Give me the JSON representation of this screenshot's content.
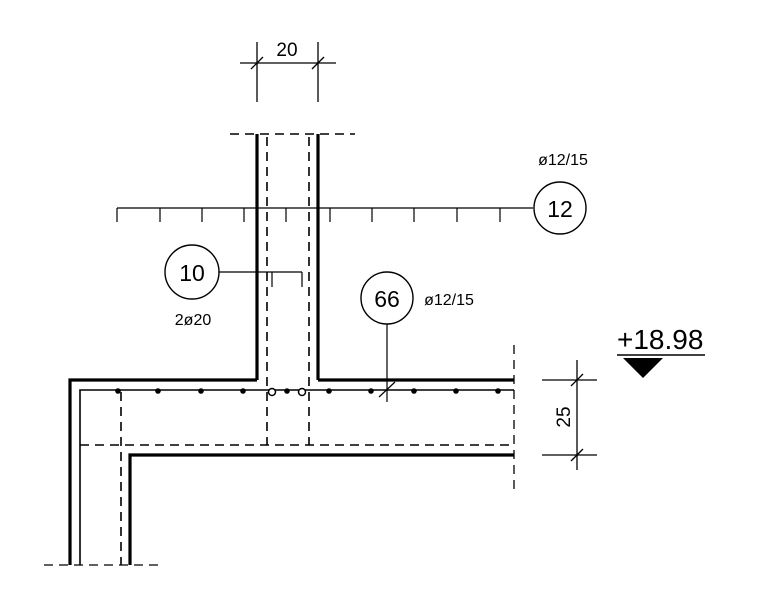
{
  "drawing": {
    "dimension_top": "20",
    "dimension_right": "25",
    "level_mark": "+18.98",
    "callouts": [
      {
        "id": "12",
        "label": "ø12/15"
      },
      {
        "id": "10",
        "label": "2ø20"
      },
      {
        "id": "66",
        "label": "ø12/15"
      }
    ],
    "colors": {
      "line": "#000000",
      "background": "#ffffff"
    }
  }
}
